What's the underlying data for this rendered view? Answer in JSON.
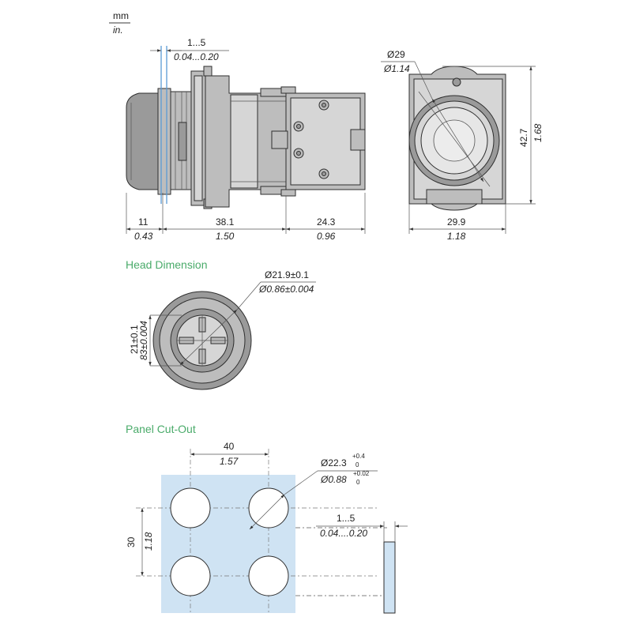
{
  "units": {
    "top": "mm",
    "bottom": "in."
  },
  "side_view": {
    "panel_thickness": {
      "mm": "1...5",
      "in": "0.04...0.20"
    },
    "head_length": {
      "mm": "11",
      "in": "0.43"
    },
    "body_length": {
      "mm": "38.1",
      "in": "1.50"
    },
    "block_length": {
      "mm": "24.3",
      "in": "0.96"
    }
  },
  "rear_view": {
    "head_diameter": {
      "mm": "Ø29",
      "in": "Ø1.14"
    },
    "height": {
      "mm": "42.7",
      "in": "1.68"
    },
    "width": {
      "mm": "29.9",
      "in": "1.18"
    }
  },
  "head_dimension": {
    "title": "Head Dimension",
    "diameter": {
      "mm": "Ø21.9±0.1",
      "in": "Ø0.86±0.004"
    },
    "flat": {
      "mm": "21±0.1",
      "in": "83±0.004"
    }
  },
  "panel_cutout": {
    "title": "Panel Cut-Out",
    "h_spacing": {
      "mm": "40",
      "in": "1.57"
    },
    "v_spacing": {
      "mm": "30",
      "in": "1.18"
    },
    "hole": {
      "mm": "Ø22.3",
      "mm_tol_upper": "+0.4",
      "mm_tol_lower": "0",
      "in": "Ø0.88",
      "in_tol_upper": "+0.02",
      "in_tol_lower": "0"
    },
    "panel_thickness": {
      "mm": "1...5",
      "in": "0.04....0.20"
    }
  },
  "colors": {
    "title_green": "#4aab6a",
    "panel_blue": "#cfe3f3",
    "line_blue": "#5b9bd5"
  }
}
